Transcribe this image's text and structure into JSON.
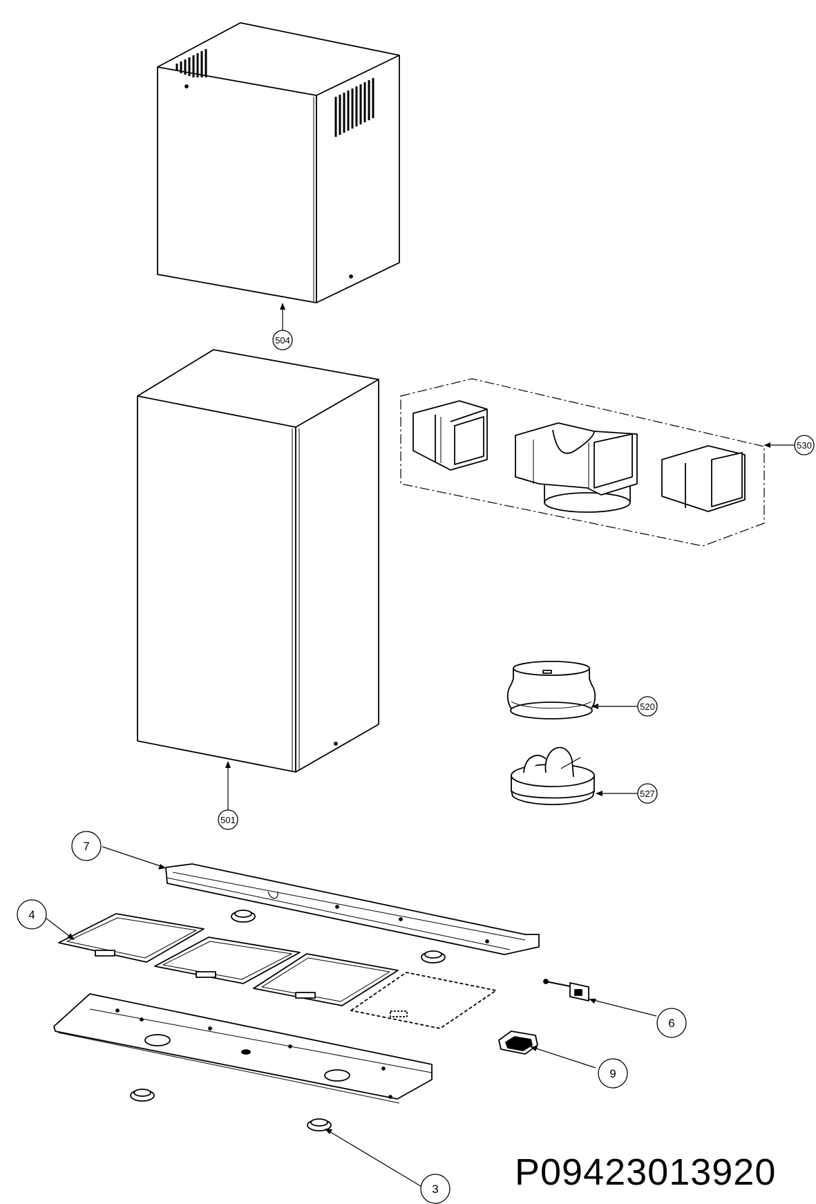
{
  "drawing_code": "P09423013920",
  "callouts": {
    "c504": "504",
    "c501": "501",
    "c530": "530",
    "c520": "520",
    "c527": "527",
    "c7": "7",
    "c4": "4",
    "c6": "6",
    "c9": "9",
    "c3": "3"
  },
  "colors": {
    "line": "#000000",
    "background": "#ffffff"
  }
}
